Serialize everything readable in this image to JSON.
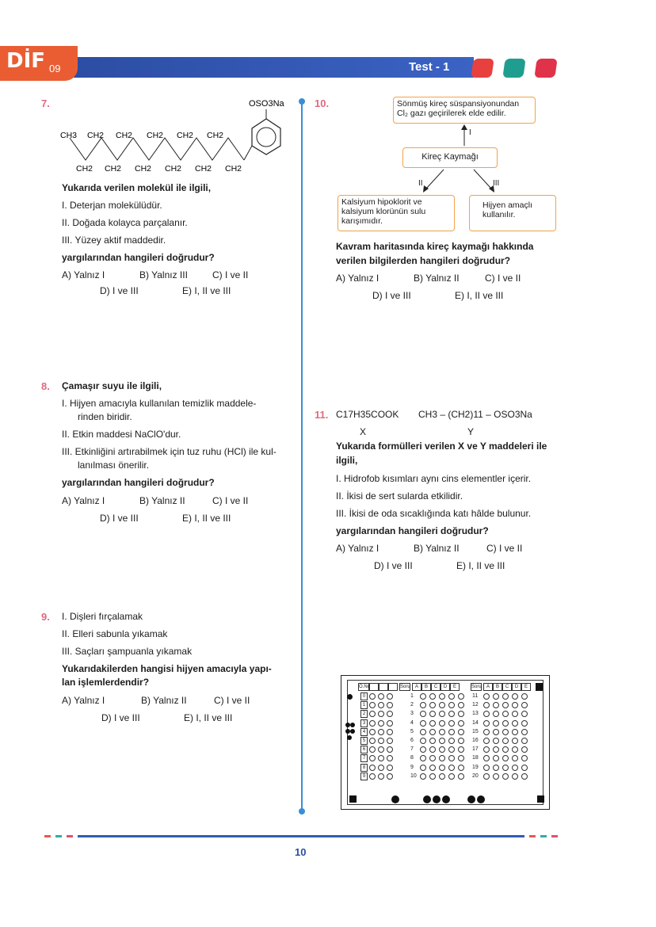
{
  "header": {
    "logo_main": "DİF",
    "logo_sub": "09",
    "test_label": "Test - 1",
    "colors": {
      "bar": "#27469a",
      "logo": "#ea5d33",
      "sq1": "#e8403e",
      "sq2": "#1f9e8f",
      "sq3": "#e0334a"
    }
  },
  "q7": {
    "num": "7.",
    "mol": {
      "oso3na": "OSO3Na",
      "top": [
        "CH3",
        "CH2",
        "CH2",
        "CH2",
        "CH2",
        "CH2"
      ],
      "bottom": [
        "CH2",
        "CH2",
        "CH2",
        "CH2",
        "CH2",
        "CH2"
      ]
    },
    "stem": "Yukarıda verilen molekül ile ilgili,",
    "items": [
      "I.  Deterjan molekülüdür.",
      "II.  Doğada kolayca parçalanır.",
      "III.  Yüzey aktif maddedir."
    ],
    "question": "yargılarından hangileri doğrudur?",
    "options": [
      "A) Yalnız I",
      "B) Yalnız III",
      "C) I ve II",
      "D) I ve III",
      "E) I, II ve III"
    ]
  },
  "q8": {
    "num": "8.",
    "stem": "Çamaşır suyu ile ilgili,",
    "items": [
      "I.  Hijyen amacıyla kullanılan temizlik maddele-",
      "rinden biridir.",
      "II.  Etkin maddesi NaClO'dur.",
      "III.  Etkinliğini artırabilmek için tuz ruhu (HCl) ile kul-",
      "lanılması önerilir."
    ],
    "question": "yargılarından hangileri doğrudur?",
    "options": [
      "A) Yalnız I",
      "B) Yalnız II",
      "C) I ve II",
      "D) I ve III",
      "E) I, II ve III"
    ]
  },
  "q9": {
    "num": "9.",
    "items": [
      "I.  Dişleri fırçalamak",
      "II.  Elleri sabunla yıkamak",
      "III.  Saçları şampuanla yıkamak"
    ],
    "question1": "Yukarıdakilerden hangisi hijyen amacıyla yapı-",
    "question2": "lan işlemlerdendir?",
    "options": [
      "A) Yalnız I",
      "B) Yalnız II",
      "C) I ve II",
      "D) I ve III",
      "E) I, II ve III"
    ]
  },
  "q10": {
    "num": "10.",
    "box_top": [
      "Sönmüş kireç süspansiyonundan",
      "Cl₂ gazı geçirilerek elde edilir."
    ],
    "label_i": "I",
    "box_mid": "Kireç Kaymağı",
    "label_ii": "II",
    "label_iii": "III",
    "box_left": [
      "Kalsiyum hipoklorit ve",
      "kalsiyum klorünün sulu",
      "karışımıdır."
    ],
    "box_right": [
      "Hijyen amaçlı",
      "kullanılır."
    ],
    "question1": "Kavram haritasında kireç kaymağı hakkında",
    "question2": "verilen bilgilerden hangileri doğrudur?",
    "options": [
      "A) Yalnız I",
      "B) Yalnız II",
      "C) I ve II",
      "D) I ve III",
      "E) I, II ve III"
    ]
  },
  "q11": {
    "num": "11.",
    "formula_x": "C17H35COOK",
    "formula_y": "CH3 – (CH2)11 – OSO3Na",
    "label_x": "X",
    "label_y": "Y",
    "stem1": "Yukarıda formülleri verilen X ve Y maddeleri ile",
    "stem2": "ilgili,",
    "items": [
      "I.  Hidrofob kısımları aynı cins elementler içerir.",
      "II.  İkisi de sert sularda etkilidir.",
      "III.  İkisi de oda sıcaklığında katı hâlde bulunur."
    ],
    "question": "yargılarından hangileri doğrudur?",
    "options": [
      "A) Yalnız I",
      "B) Yalnız II",
      "C) I ve II",
      "D) I ve III",
      "E) I, II ve III"
    ]
  },
  "form": {
    "no_label": "Ö.No",
    "soru_label": "Soru",
    "letters": [
      "A",
      "B",
      "C",
      "D",
      "E"
    ],
    "digits": [
      "0",
      "1",
      "2",
      "3",
      "4",
      "5",
      "6",
      "7",
      "8",
      "9"
    ],
    "q_left": [
      "1",
      "2",
      "3",
      "4",
      "5",
      "6",
      "7",
      "8",
      "9",
      "10"
    ],
    "q_right": [
      "11",
      "12",
      "13",
      "14",
      "15",
      "16",
      "17",
      "18",
      "19",
      "20"
    ]
  },
  "footer": {
    "page": "10"
  }
}
